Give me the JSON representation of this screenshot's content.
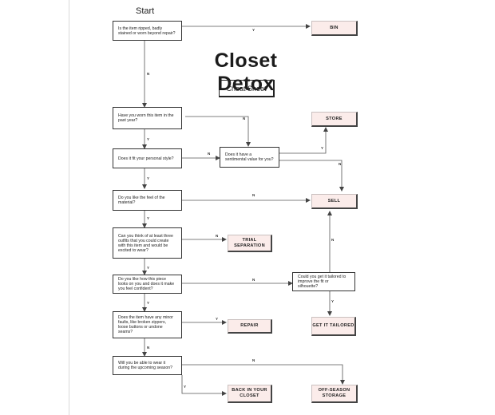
{
  "diagram": {
    "start_label": "Start",
    "title": "Closet Detox",
    "subtitle": "Cheat Sheet",
    "questions": {
      "q_damaged": "Is the item ripped, badly stained or worn beyond repair?",
      "q_worn_year": "Have you worn this item in the past year?",
      "q_style": "Does it fit your personal style?",
      "q_sentimental": "Does it have a sentimental value for you?",
      "q_material": "Do you like the feel of the material?",
      "q_outfits": "Can you think of at least three outfits that you could create with this item and would be excited to wear?",
      "q_confident": "Do you like how this piece looks on you and does it make you feel confident?",
      "q_faults": "Does the item have any minor faults, like broken zippers, loose buttons or undone seams?",
      "q_season": "Will you be able to wear it during the upcoming season?",
      "q_tailor": "Could you get it tailored to improve the fit or silhouette?"
    },
    "outcomes": {
      "bin": "BIN",
      "store": "STORE",
      "sell": "SELL",
      "trial": "TRIAL SEPARATION",
      "repair": "REPAIR",
      "tailored": "GET IT TAILORED",
      "closet": "BACK IN YOUR CLOSET",
      "offseason": "OFF-SEASON STORAGE"
    },
    "edge_labels": {
      "yes": "Y",
      "no": "N"
    }
  }
}
